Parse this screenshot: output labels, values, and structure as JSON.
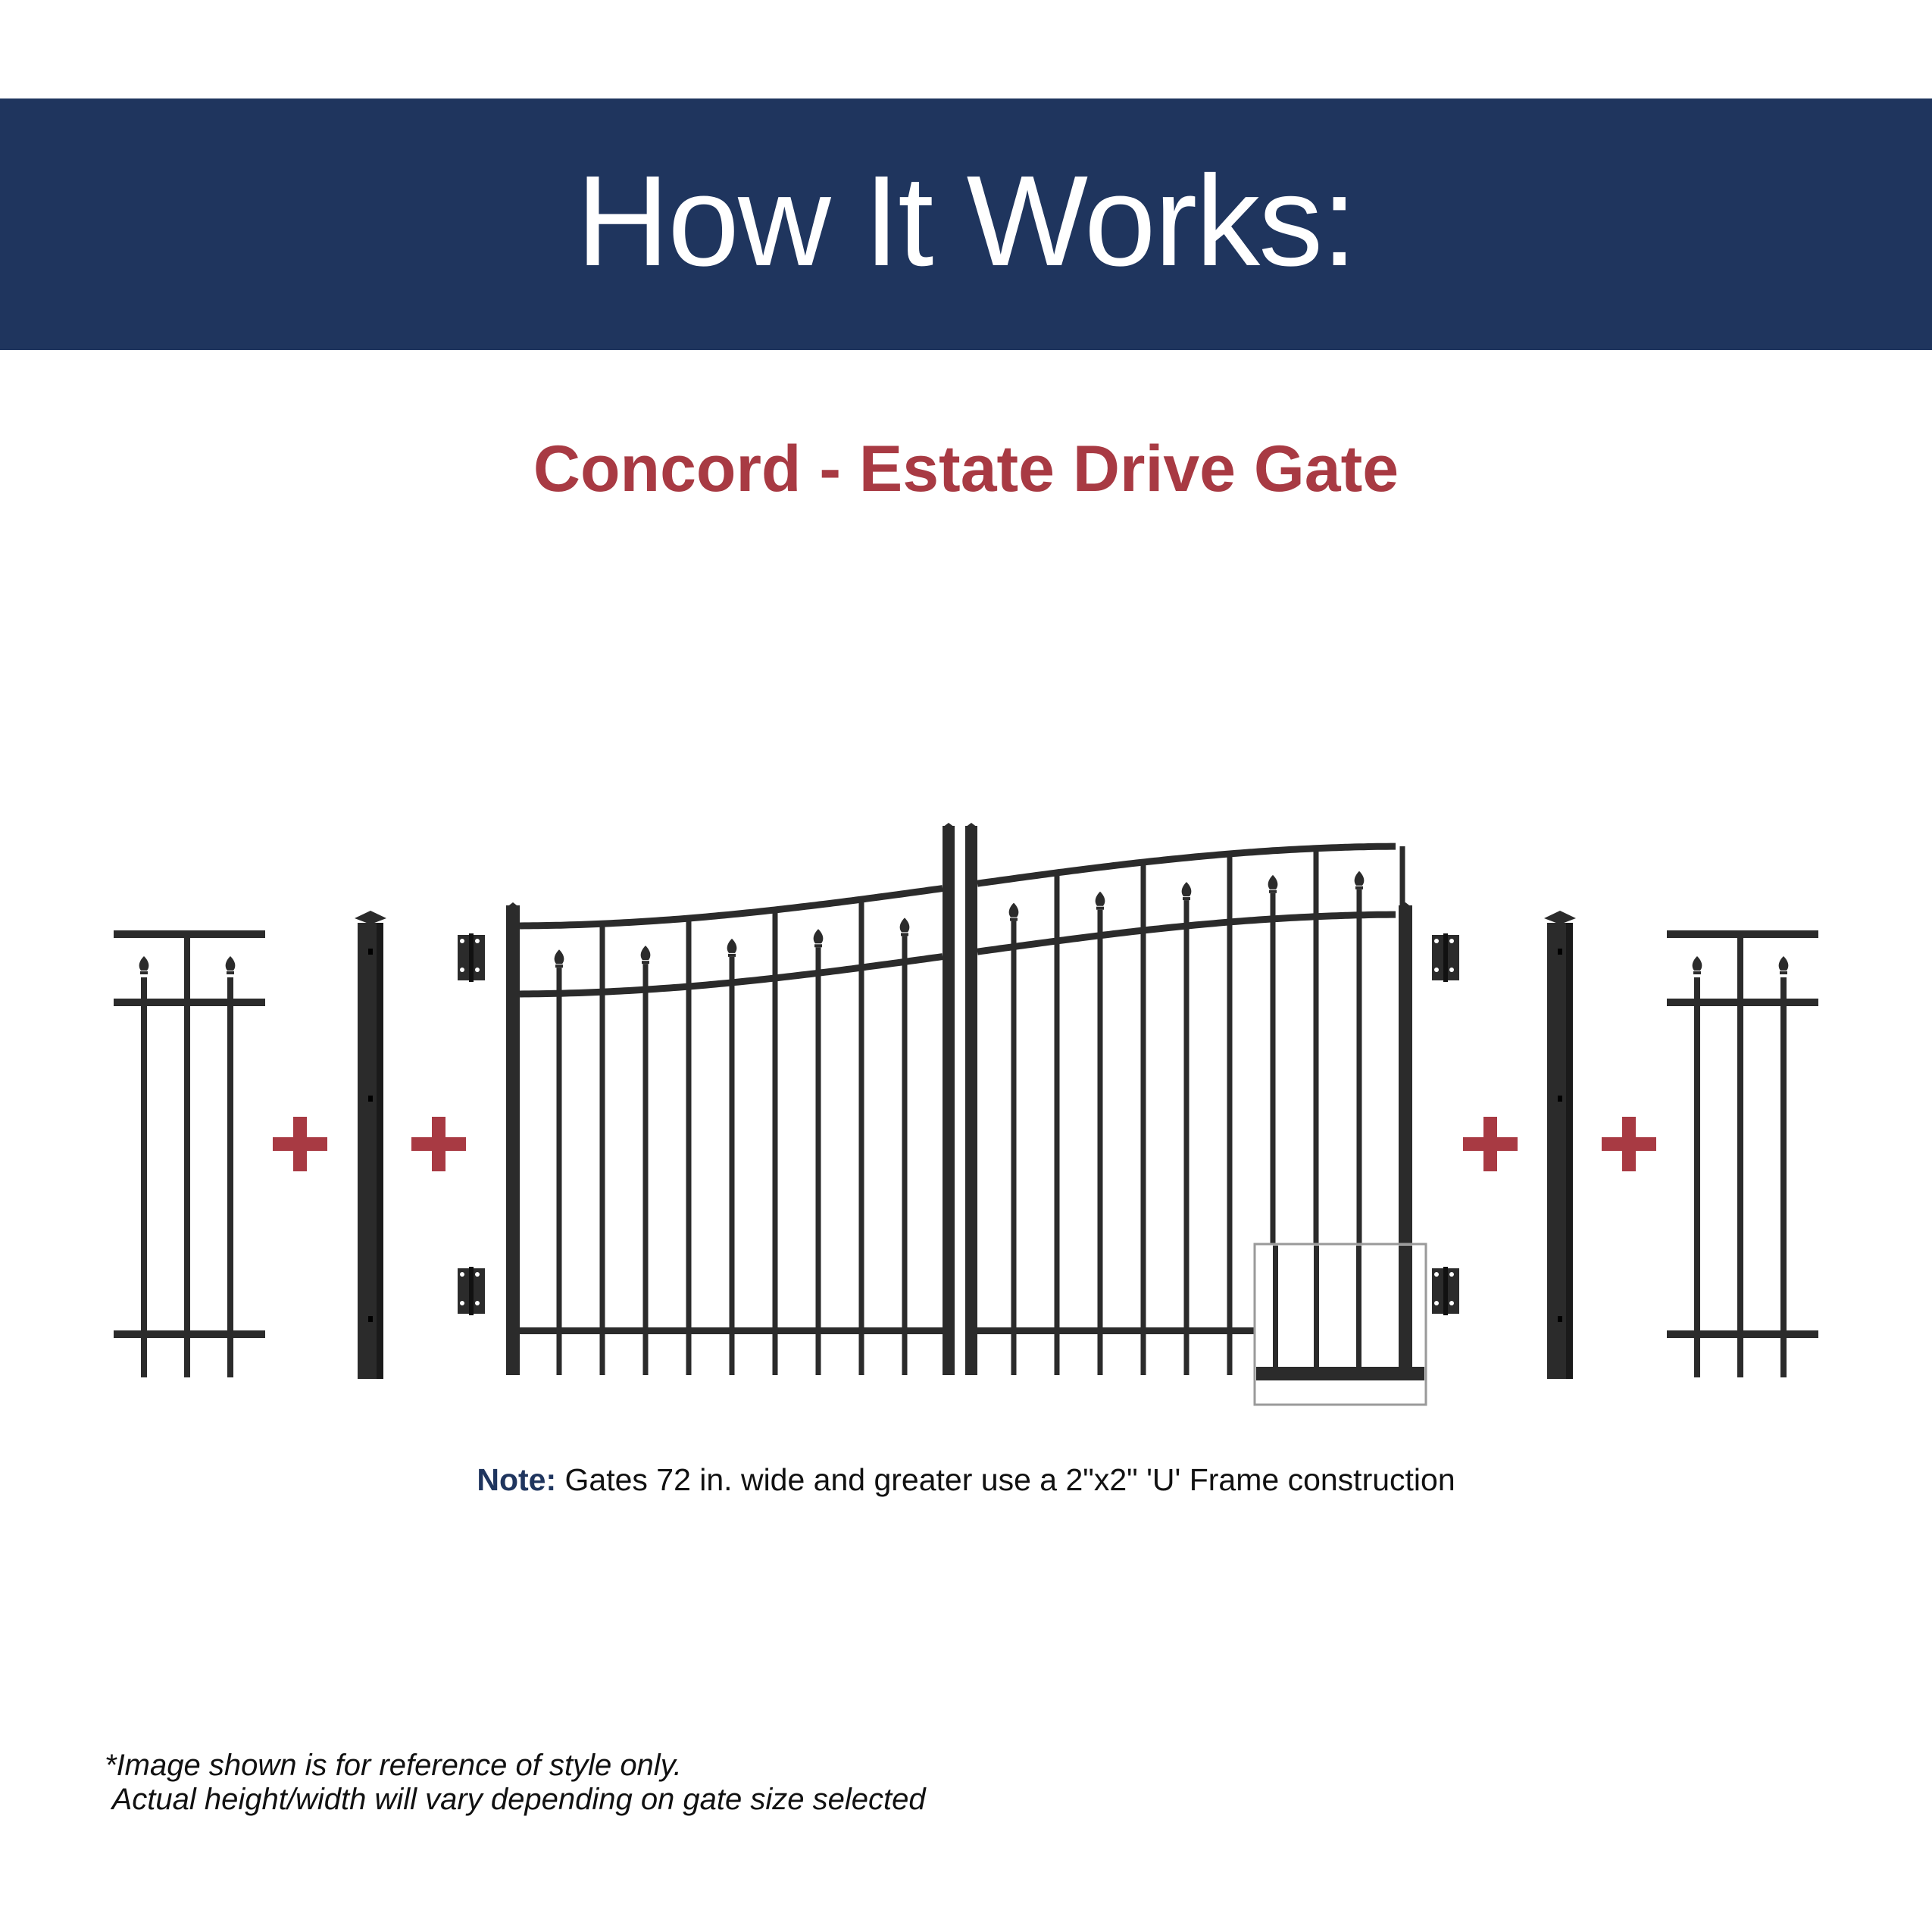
{
  "header": {
    "title": "How It Works:"
  },
  "subtitle": "Concord - Estate Drive Gate",
  "note": {
    "label": "Note:",
    "text": " Gates 72 in. wide and greater use a 2\"x2\" 'U' Frame construction"
  },
  "disclaimer": {
    "line1": "*Image shown is for reference of style only.",
    "line2": " Actual height/width will vary depending on gate size selected"
  },
  "colors": {
    "header_bg": "#1f355e",
    "accent_red": "#a83a43",
    "metal": "#2b2b2b",
    "callout_box": "#9a9a9a"
  },
  "icons": [
    "plus-icon",
    "hinge-icon",
    "finial-icon",
    "post-cap-icon"
  ]
}
